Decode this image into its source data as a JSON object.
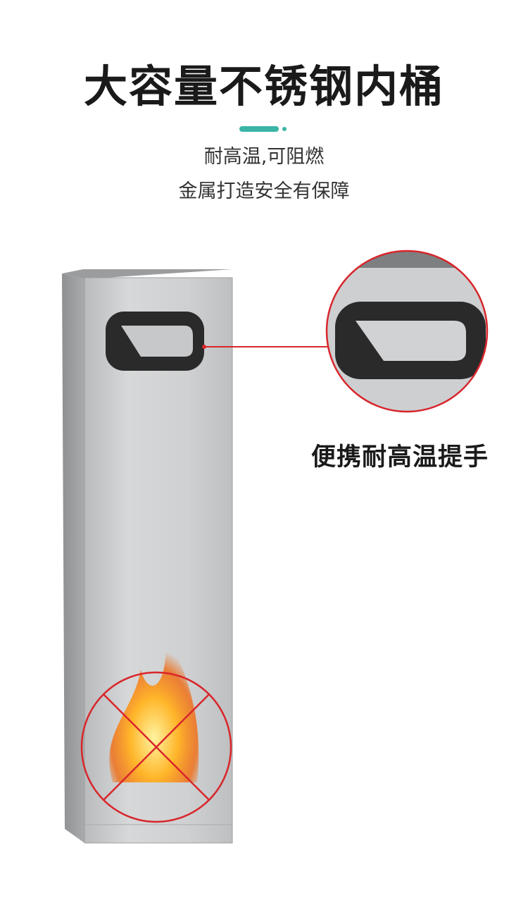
{
  "header": {
    "title": "大容量不锈钢内桶",
    "subtitle_line1": "耐高温,可阻燃",
    "subtitle_line2": "金属打造安全有保障"
  },
  "callout": {
    "label": "便携耐高温提手"
  },
  "colors": {
    "accent": "#3bb5a6",
    "callout_red": "#d8262b",
    "steel": "#c9cbcd",
    "handle": "#2a2a2a"
  },
  "icons": [
    "no-fire-icon"
  ]
}
